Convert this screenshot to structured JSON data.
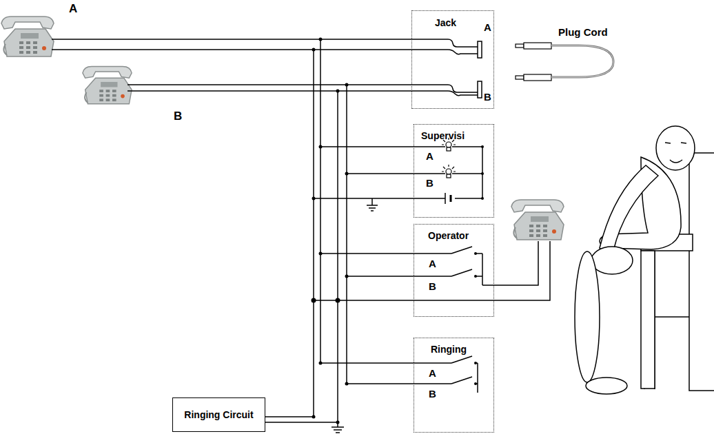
{
  "diagram": {
    "nodes": [
      {
        "text": [
          "Jack"
        ]
      },
      {
        "text": [
          "Supervisi"
        ]
      },
      {
        "text": [
          "Operator"
        ]
      },
      {
        "text": [
          "Ringing"
        ]
      },
      {
        "text": [
          "Ringing Circuit"
        ]
      }
    ],
    "labels": [
      "A",
      "B",
      "Plug Cord",
      "A",
      "B",
      "A",
      "B",
      "A",
      "B",
      "A",
      "B"
    ]
  }
}
